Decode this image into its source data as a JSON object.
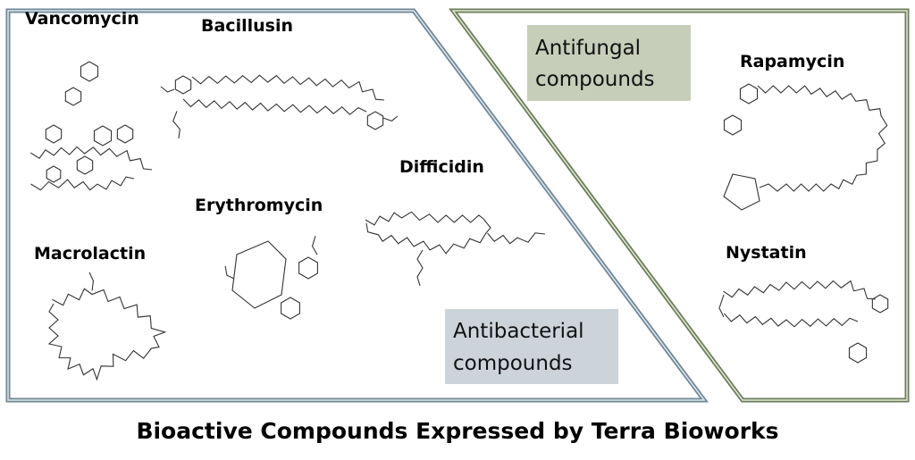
{
  "title": "Bioactive Compounds Expressed by Terra Bioworks",
  "groups": {
    "antibacterial": {
      "label_line1": "Antibacterial",
      "label_line2": "compounds",
      "label_bg": "#ccd4da",
      "border_color": "#6f8797",
      "compounds": [
        "Vancomycin",
        "Bacillusin",
        "Difficidin",
        "Erythromycin",
        "Macrolactin"
      ]
    },
    "antifungal": {
      "label_line1": "Antifungal",
      "label_line2": "compounds",
      "label_bg": "#c6cdb9",
      "border_color": "#6b7d58",
      "compounds": [
        "Rapamycin",
        "Nystatin"
      ]
    }
  }
}
